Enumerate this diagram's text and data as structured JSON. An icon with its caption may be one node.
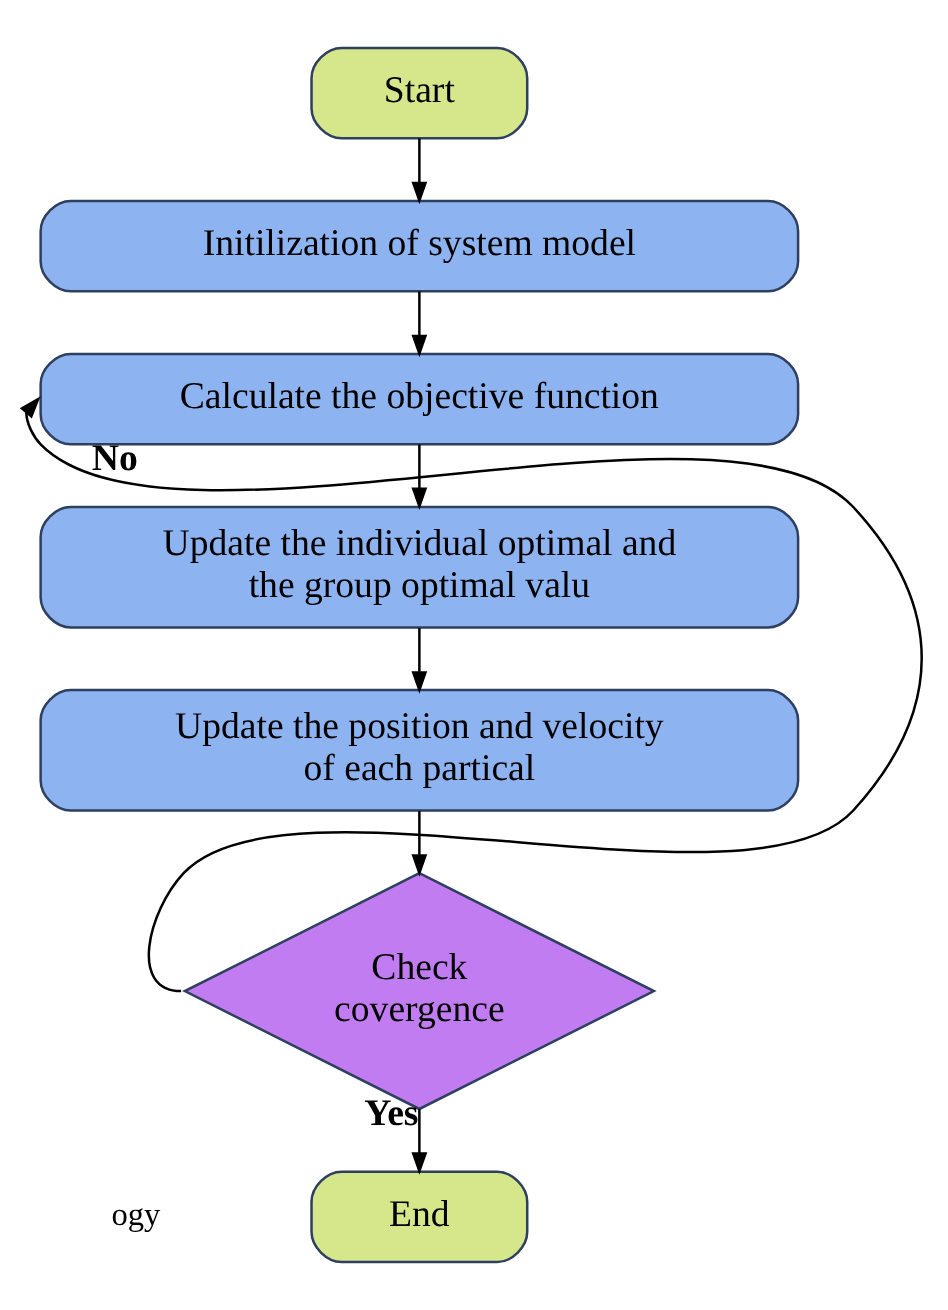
{
  "diagram": {
    "nodes": [
      {
        "text": [
          "Start"
        ]
      },
      {
        "text": [
          "Initilization of system model"
        ]
      },
      {
        "text": [
          "Calculate the objective function"
        ]
      },
      {
        "text": [
          "Update the individual optimal and the group optimal valu"
        ]
      },
      {
        "text": [
          "Update the position and velocity of each partical"
        ]
      },
      {
        "text": [
          "Check covergence"
        ]
      },
      {
        "text": [
          "End"
        ]
      }
    ],
    "edges": [
      {
        "from": 0,
        "to": 1,
        "arrow": "to"
      },
      {
        "from": 1,
        "to": 2,
        "arrow": "to"
      },
      {
        "from": 2,
        "to": 3,
        "arrow": "to"
      },
      {
        "from": 3,
        "to": 4,
        "arrow": "to"
      },
      {
        "from": 4,
        "to": 5,
        "arrow": "to"
      },
      {
        "from": 5,
        "to": 6,
        "arrow": "to",
        "label": "Yes"
      },
      {
        "from": 5,
        "to": 2,
        "arrow": "to",
        "label": "No"
      }
    ],
    "labels": [
      "ogy"
    ]
  }
}
